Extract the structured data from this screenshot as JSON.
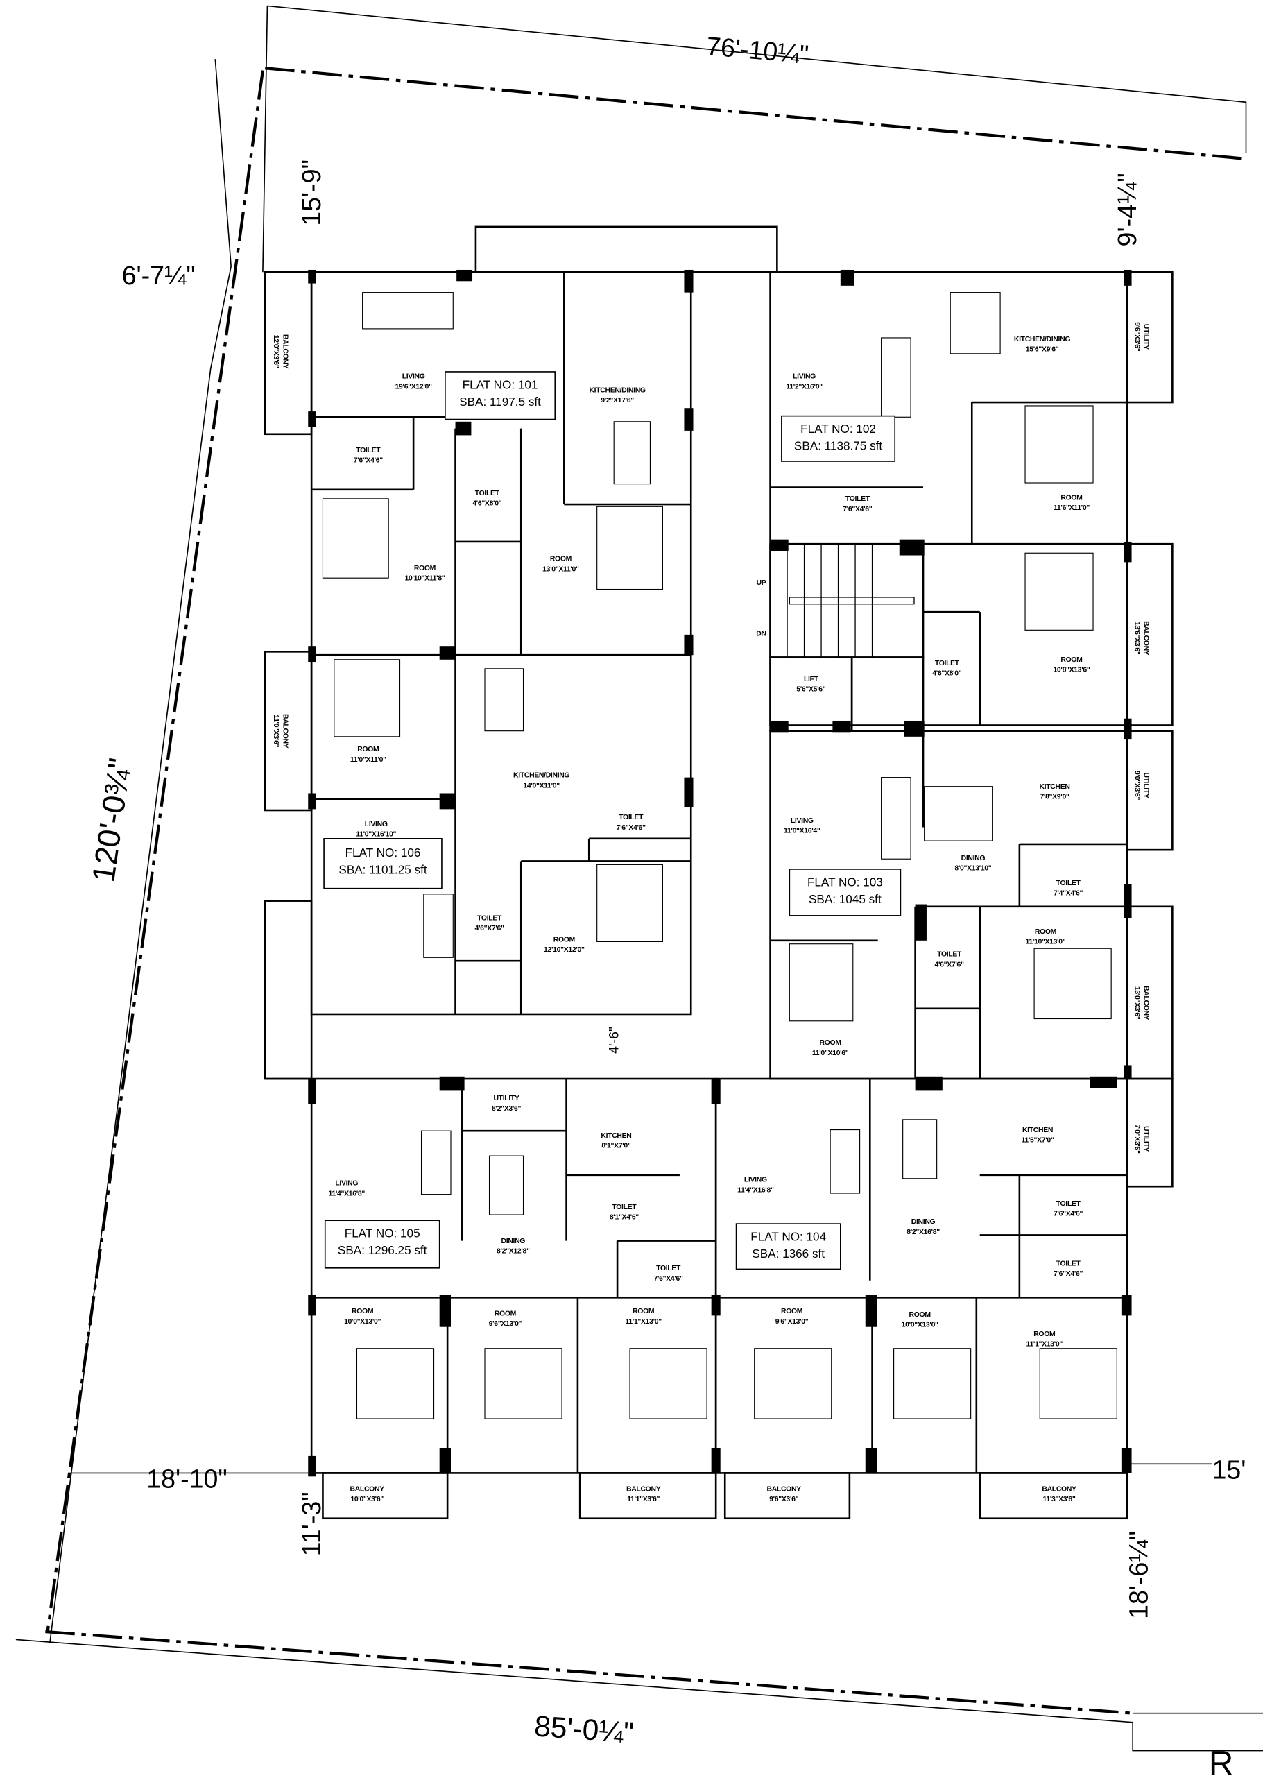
{
  "plan": {
    "dimensions": {
      "top": "76'-10¼\"",
      "top_left_offset": "15'-9\"",
      "left_setback": "6'-7¼\"",
      "right_top_setback": "9'-4¼\"",
      "left_length": "120'-0¾\"",
      "corridor_gap": "4'-6\"",
      "bottom_left_setback": "18'-10\"",
      "bottom_right_setback": "15'",
      "bottom_offset": "11'-3\"",
      "right_bottom_setback": "18'-6¼\"",
      "bottom": "85'-0¼\"",
      "road_label": "R"
    },
    "core": {
      "up_label": "UP",
      "dn_label": "DN",
      "lift": {
        "name": "LIFT",
        "size": "5'6\"X5'6\""
      }
    },
    "flats": [
      {
        "flat_no": "FLAT NO: 101",
        "sba": "SBA: 1197.5 sft",
        "rooms": [
          {
            "name": "BALCONY",
            "size": "12'0\"X3'6\""
          },
          {
            "name": "LIVING",
            "size": "19'6\"X12'0\""
          },
          {
            "name": "KITCHEN/DINING",
            "size": "9'2\"X17'6\""
          },
          {
            "name": "TOILET",
            "size": "7'6\"X4'6\""
          },
          {
            "name": "TOILET",
            "size": "4'6\"X8'0\""
          },
          {
            "name": "ROOM",
            "size": "10'10\"X11'8\""
          },
          {
            "name": "ROOM",
            "size": "13'0\"X11'0\""
          }
        ]
      },
      {
        "flat_no": "FLAT NO: 102",
        "sba": "SBA: 1138.75 sft",
        "rooms": [
          {
            "name": "LIVING",
            "size": "11'2\"X16'0\""
          },
          {
            "name": "KITCHEN/DINING",
            "size": "15'6\"X9'6\""
          },
          {
            "name": "UTILITY",
            "size": "9'6\"X3'6\""
          },
          {
            "name": "TOILET",
            "size": "7'6\"X4'6\""
          },
          {
            "name": "ROOM",
            "size": "11'6\"X11'0\""
          },
          {
            "name": "TOILET",
            "size": "4'6\"X8'0\""
          },
          {
            "name": "ROOM",
            "size": "10'8\"X13'6\""
          },
          {
            "name": "BALCONY",
            "size": "13'6\"X3'6\""
          }
        ]
      },
      {
        "flat_no": "FLAT NO: 103",
        "sba": "SBA: 1045 sft",
        "rooms": [
          {
            "name": "LIVING",
            "size": "11'0\"X16'4\""
          },
          {
            "name": "KITCHEN",
            "size": "7'8\"X9'0\""
          },
          {
            "name": "UTILITY",
            "size": "9'0\"X3'6\""
          },
          {
            "name": "DINING",
            "size": "8'0\"X13'10\""
          },
          {
            "name": "TOILET",
            "size": "7'4\"X4'6\""
          },
          {
            "name": "ROOM",
            "size": "11'10\"X13'0\""
          },
          {
            "name": "TOILET",
            "size": "4'6\"X7'6\""
          },
          {
            "name": "ROOM",
            "size": "11'0\"X10'6\""
          },
          {
            "name": "BALCONY",
            "size": "13'0\"X3'6\""
          }
        ]
      },
      {
        "flat_no": "FLAT NO: 104",
        "sba": "SBA: 1366 sft",
        "rooms": [
          {
            "name": "LIVING",
            "size": "11'4\"X16'8\""
          },
          {
            "name": "KITCHEN",
            "size": "11'5\"X7'0\""
          },
          {
            "name": "UTILITY",
            "size": "7'0\"X3'6\""
          },
          {
            "name": "DINING",
            "size": "8'2\"X16'8\""
          },
          {
            "name": "TOILET",
            "size": "7'6\"X4'6\""
          },
          {
            "name": "TOILET",
            "size": "7'6\"X4'6\""
          },
          {
            "name": "ROOM",
            "size": "9'6\"X13'0\""
          },
          {
            "name": "ROOM",
            "size": "10'0\"X13'0\""
          },
          {
            "name": "ROOM",
            "size": "11'1\"X13'0\""
          },
          {
            "name": "BALCONY",
            "size": "9'6\"X3'6\""
          },
          {
            "name": "BALCONY",
            "size": "11'3\"X3'6\""
          }
        ]
      },
      {
        "flat_no": "FLAT NO: 105",
        "sba": "SBA: 1296.25 sft",
        "rooms": [
          {
            "name": "LIVING",
            "size": "11'4\"X16'8\""
          },
          {
            "name": "UTILITY",
            "size": "8'2\"X3'6\""
          },
          {
            "name": "KITCHEN",
            "size": "8'1\"X7'0\""
          },
          {
            "name": "TOILET",
            "size": "8'1\"X4'6\""
          },
          {
            "name": "DINING",
            "size": "8'2\"X12'8\""
          },
          {
            "name": "TOILET",
            "size": "7'6\"X4'6\""
          },
          {
            "name": "ROOM",
            "size": "10'0\"X13'0\""
          },
          {
            "name": "ROOM",
            "size": "9'6\"X13'0\""
          },
          {
            "name": "ROOM",
            "size": "11'1\"X13'0\""
          },
          {
            "name": "BALCONY",
            "size": "10'0\"X3'6\""
          },
          {
            "name": "BALCONY",
            "size": "11'1\"X3'6\""
          }
        ]
      },
      {
        "flat_no": "FLAT NO: 106",
        "sba": "SBA: 1101.25 sft",
        "rooms": [
          {
            "name": "BALCONY",
            "size": "11'0\"X3'6\""
          },
          {
            "name": "ROOM",
            "size": "11'0\"X11'0\""
          },
          {
            "name": "KITCHEN/DINING",
            "size": "14'0\"X11'0\""
          },
          {
            "name": "LIVING",
            "size": "11'0\"X16'10\""
          },
          {
            "name": "TOILET",
            "size": "7'6\"X4'6\""
          },
          {
            "name": "TOILET",
            "size": "4'6\"X7'6\""
          },
          {
            "name": "ROOM",
            "size": "12'10\"X12'0\""
          }
        ]
      }
    ]
  }
}
